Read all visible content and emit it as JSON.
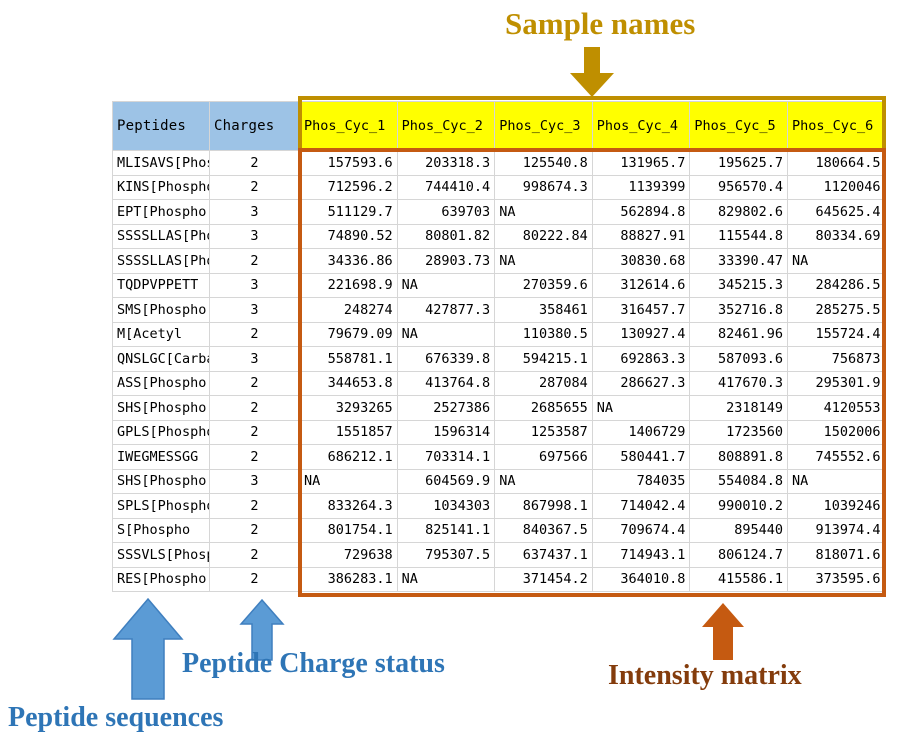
{
  "annotations": {
    "sample_names": "Sample names",
    "peptide_charge_status": "Peptide Charge status",
    "peptide_sequences": "Peptide sequences",
    "intensity_matrix": "Intensity matrix"
  },
  "colors": {
    "sample_label": "#BF8F00",
    "sample_arrow": "#BF8F00",
    "blue_label": "#2E75B6",
    "blue_arrow": "#5B9BD5",
    "intensity_label": "#843C0C",
    "intensity_arrow": "#C55A11",
    "header_blue": "#9DC3E6",
    "header_yellow": "#FFFF00",
    "grid_line": "#D6D6D6"
  },
  "table": {
    "headers": {
      "peptides": "Peptides",
      "charges": "Charges",
      "samples": [
        "Phos_Cyc_1",
        "Phos_Cyc_2",
        "Phos_Cyc_3",
        "Phos_Cyc_4",
        "Phos_Cyc_5",
        "Phos_Cyc_6"
      ]
    },
    "rows": [
      {
        "peptide": "MLISAVS[Phospho",
        "charge": "2",
        "values": [
          "157593.6",
          "203318.3",
          "125540.8",
          "131965.7",
          "195625.7",
          "180664.5"
        ]
      },
      {
        "peptide": "KINS[Phospho",
        "charge": "2",
        "values": [
          "712596.2",
          "744410.4",
          "998674.3",
          "1139399",
          "956570.4",
          "1120046"
        ]
      },
      {
        "peptide": "EPT[Phospho",
        "charge": "3",
        "values": [
          "511129.7",
          "639703",
          "NA",
          "562894.8",
          "829802.6",
          "645625.4"
        ]
      },
      {
        "peptide": "SSSSLLAS[Phospho",
        "charge": "3",
        "values": [
          "74890.52",
          "80801.82",
          "80222.84",
          "88827.91",
          "115544.8",
          "80334.69"
        ]
      },
      {
        "peptide": "SSSSLLAS[Phospho",
        "charge": "2",
        "values": [
          "34336.86",
          "28903.73",
          "NA",
          "30830.68",
          "33390.47",
          "NA"
        ]
      },
      {
        "peptide": "TQDPVPPETT",
        "charge": "3",
        "values": [
          "221698.9",
          "NA",
          "270359.6",
          "312614.6",
          "345215.3",
          "284286.5"
        ]
      },
      {
        "peptide": "SMS[Phospho",
        "charge": "3",
        "values": [
          "248274",
          "427877.3",
          "358461",
          "316457.7",
          "352716.8",
          "285275.5"
        ]
      },
      {
        "peptide": "M[Acetyl",
        "charge": "2",
        "values": [
          "79679.09",
          "NA",
          "110380.5",
          "130927.4",
          "82461.96",
          "155724.4"
        ]
      },
      {
        "peptide": "QNSLGC[Carbamid",
        "charge": "3",
        "values": [
          "558781.1",
          "676339.8",
          "594215.1",
          "692863.3",
          "587093.6",
          "756873"
        ]
      },
      {
        "peptide": "ASS[Phospho",
        "charge": "2",
        "values": [
          "344653.8",
          "413764.8",
          "287084",
          "286627.3",
          "417670.3",
          "295301.9"
        ]
      },
      {
        "peptide": "SHS[Phospho",
        "charge": "2",
        "values": [
          "3293265",
          "2527386",
          "2685655",
          "NA",
          "2318149",
          "4120553"
        ]
      },
      {
        "peptide": "GPLS[Phospho",
        "charge": "2",
        "values": [
          "1551857",
          "1596314",
          "1253587",
          "1406729",
          "1723560",
          "1502006"
        ]
      },
      {
        "peptide": "IWEGMESSGG",
        "charge": "2",
        "values": [
          "686212.1",
          "703314.1",
          "697566",
          "580441.7",
          "808891.8",
          "745552.6"
        ]
      },
      {
        "peptide": "SHS[Phospho",
        "charge": "3",
        "values": [
          "NA",
          "604569.9",
          "NA",
          "784035",
          "554084.8",
          "NA"
        ]
      },
      {
        "peptide": "SPLS[Phospho",
        "charge": "2",
        "values": [
          "833264.3",
          "1034303",
          "867998.1",
          "714042.4",
          "990010.2",
          "1039246"
        ]
      },
      {
        "peptide": "S[Phospho",
        "charge": "2",
        "values": [
          "801754.1",
          "825141.1",
          "840367.5",
          "709674.4",
          "895440",
          "913974.4"
        ]
      },
      {
        "peptide": "SSSVLS[Phospho",
        "charge": "2",
        "values": [
          "729638",
          "795307.5",
          "637437.1",
          "714943.1",
          "806124.7",
          "818071.6"
        ]
      },
      {
        "peptide": "RES[Phospho",
        "charge": "2",
        "values": [
          "386283.1",
          "NA",
          "371454.2",
          "364010.8",
          "415586.1",
          "373595.6"
        ]
      }
    ]
  }
}
